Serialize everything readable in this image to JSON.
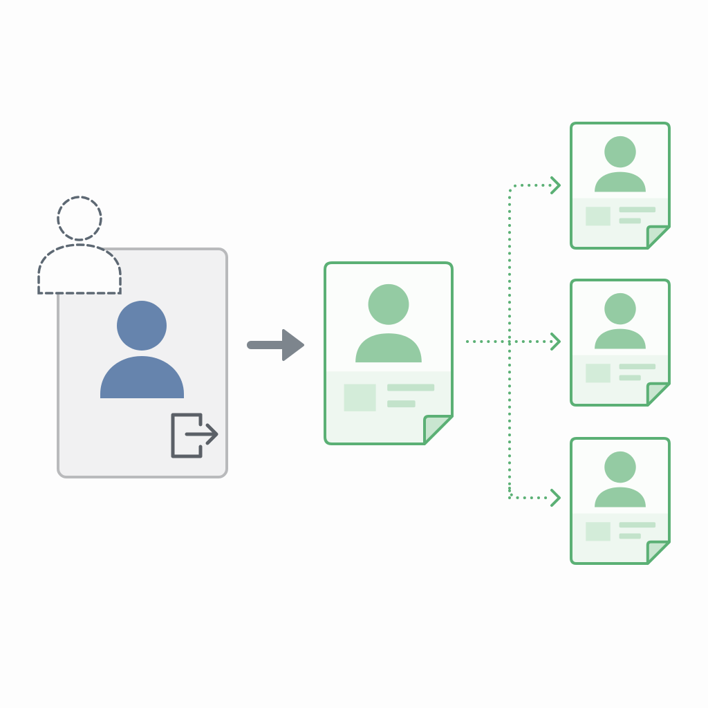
{
  "colors": {
    "background": "#fdfdfd",
    "source_card_fill": "#f1f1f2",
    "source_card_stroke": "#b9babc",
    "source_person": "#6684ad",
    "ghost_person_stroke": "#5d6873",
    "export_icon": "#5b6067",
    "arrow_gray": "#7d858d",
    "doc_stroke": "#5bb075",
    "doc_fill": "#fbfdfb",
    "doc_lower_fill": "#eef7f0",
    "doc_person": "#94cba3",
    "doc_block": "#d3ecd9",
    "doc_line": "#c3e3cb",
    "fold_fill": "#c9e6d0",
    "dotted_connector": "#5bb075"
  },
  "icons": {
    "ghost_user": "dashed-user-outline-icon",
    "source_user": "user-icon",
    "export": "export-arrow-icon",
    "flow_arrow": "arrow-right-icon",
    "document_user": "user-icon",
    "folded_corner": "folded-corner-icon"
  },
  "flow": {
    "source": "user-profile-card",
    "intermediate": "exported-profile-document",
    "outputs": [
      "profile-document-copy-1",
      "profile-document-copy-2",
      "profile-document-copy-3"
    ]
  }
}
